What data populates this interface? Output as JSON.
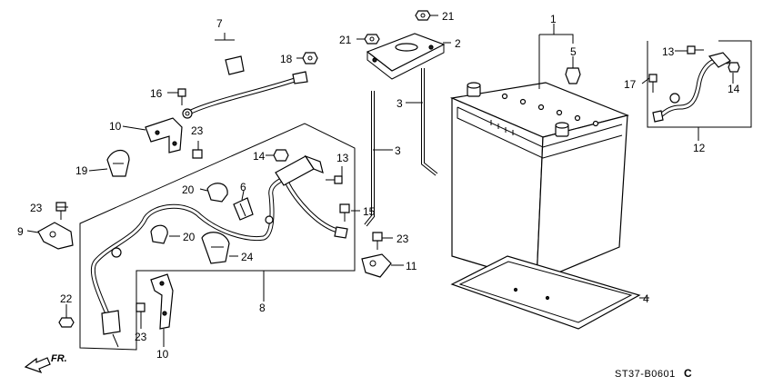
{
  "callouts": {
    "c1": "1",
    "c2": "2",
    "c3a": "3",
    "c3b": "3",
    "c4": "4",
    "c5": "5",
    "c6": "6",
    "c7": "7",
    "c8": "8",
    "c9": "9",
    "c10a": "10",
    "c10b": "10",
    "c11": "11",
    "c12": "12",
    "c13a": "13",
    "c13b": "13",
    "c14a": "14",
    "c14b": "14",
    "c15": "15",
    "c16": "16",
    "c17": "17",
    "c18": "18",
    "c19": "19",
    "c20a": "20",
    "c20b": "20",
    "c21a": "21",
    "c21b": "21",
    "c22": "22",
    "c23a": "23",
    "c23b": "23",
    "c23c": "23",
    "c23d": "23",
    "c24": "24"
  },
  "direction_label": "FR.",
  "diagram_code": "ST37-B0601",
  "diagram_code_suffix": "C"
}
